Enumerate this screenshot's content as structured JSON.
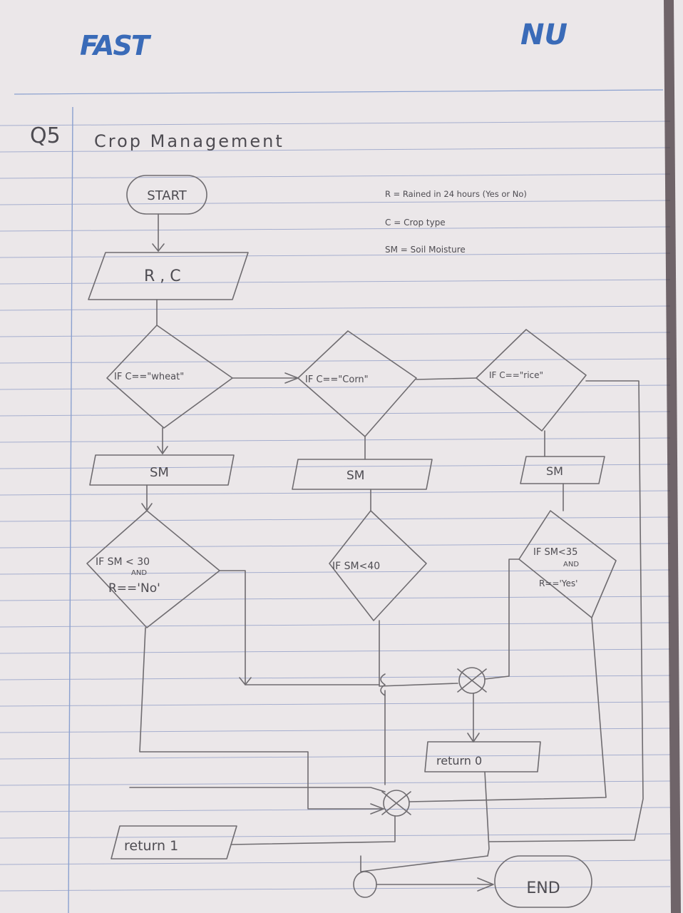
{
  "header": {
    "left_logo": "FAST",
    "right_logo": "NU"
  },
  "page": {
    "question_label": "Q5",
    "title": "Crop Management"
  },
  "legend": [
    "R = Rained in 24 hours (Yes or No)",
    "C = Crop type",
    "SM = Soil Moisture"
  ],
  "flowchart": {
    "start": "START",
    "input_rc": "R , C",
    "decision_wheat": "IF C==\"wheat\"",
    "decision_corn": "IF C==\"Corn\"",
    "decision_rice": "IF C==\"rice\"",
    "input_sm_1": "SM",
    "input_sm_2": "SM",
    "input_sm_3": "SM",
    "cond_wheat_line1": "IF SM < 30",
    "cond_wheat_and": "AND",
    "cond_wheat_line3": "R=='No'",
    "cond_corn": "IF SM<40",
    "cond_rice_line1": "IF SM<35",
    "cond_rice_and": "AND",
    "cond_rice_line3": "R=='Yes'",
    "return_zero": "return 0",
    "return_one": "return 1",
    "end": "END"
  },
  "colors": {
    "paper": "#ebe7e9",
    "rule_line": "#8e9bc6",
    "margin_line": "#8aa0cf",
    "pencil": "#4e4c52",
    "logo_blue": "#3a6bb8"
  }
}
